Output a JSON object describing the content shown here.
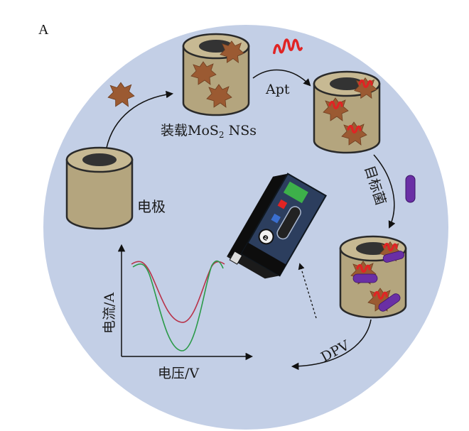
{
  "panel_label": "A",
  "labels": {
    "electrode": "电极",
    "load": "装载MoS",
    "load_sub": "2",
    "load_suffix": " NSs",
    "apt": "Apt",
    "target": "目标菌",
    "dpv": "DPV",
    "y_axis": "电流/A",
    "x_axis": "电压/V"
  },
  "colors": {
    "background_circle": "#c3cfe6",
    "electrode_body": "#b4a57e",
    "electrode_outline": "#2a2a2a",
    "electrode_hole": "#333333",
    "mos2": "#9b5a32",
    "aptamer": "#e02424",
    "bacteria": "#6a2fa5",
    "curve_red": "#b8334a",
    "curve_green": "#2a9a48",
    "device_body": "#2c3e5e"
  },
  "icons": [
    "electrode-icon",
    "mos2-nanosheet-icon",
    "aptamer-icon",
    "bacteria-icon",
    "potentiostat-device-icon",
    "arrow-icon"
  ]
}
